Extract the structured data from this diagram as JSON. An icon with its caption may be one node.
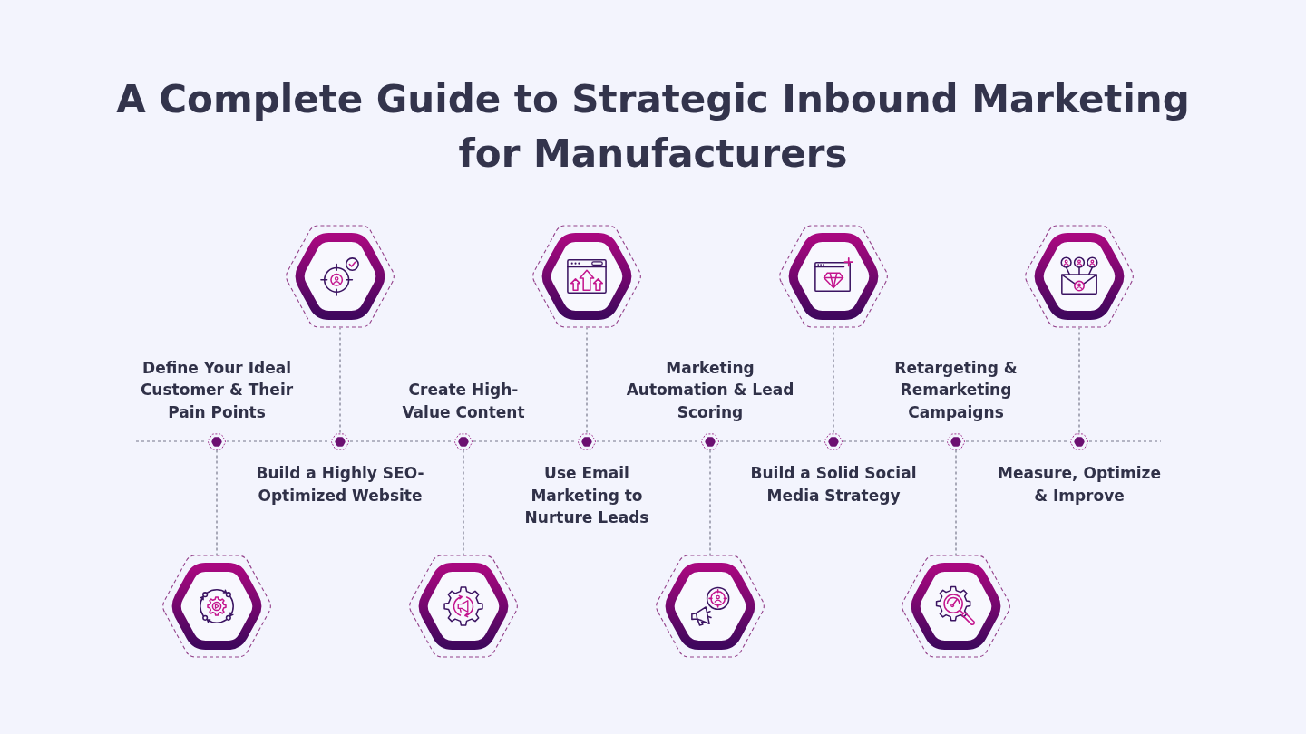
{
  "diagram": {
    "title": "A Complete Guide to Strategic Inbound Marketing for Manufacturers",
    "nodes": [
      {
        "text": [],
        "shape": "hexagon",
        "beside": [
          "Define Your Ideal Customer & Their Pain Points"
        ]
      },
      {
        "text": [],
        "shape": "hexagon",
        "beside": [
          "Build a Highly SEO-Optimized Website"
        ]
      },
      {
        "text": [],
        "shape": "hexagon",
        "beside": [
          "Create High-Value Content"
        ]
      },
      {
        "text": [],
        "shape": "hexagon",
        "beside": [
          "Use Email Marketing to Nurture Leads"
        ]
      },
      {
        "text": [],
        "shape": "hexagon",
        "beside": [
          "Marketing Automation & Lead Scoring"
        ]
      },
      {
        "text": [],
        "shape": "hexagon",
        "beside": [
          "Build a Solid Social Media Strategy"
        ]
      },
      {
        "text": [],
        "shape": "hexagon",
        "beside": [
          "Retargeting & Remarketing Campaigns"
        ]
      },
      {
        "text": [],
        "shape": "hexagon",
        "beside": [
          "Measure, Optimize & Improve"
        ]
      },
      {
        "text": [],
        "shape": "hexagon"
      },
      {
        "text": [],
        "shape": "hexagon"
      },
      {
        "text": [],
        "shape": "hexagon"
      },
      {
        "text": [],
        "shape": "hexagon"
      },
      {
        "text": [],
        "shape": "hexagon"
      },
      {
        "text": [],
        "shape": "hexagon"
      },
      {
        "text": [],
        "shape": "hexagon"
      },
      {
        "text": [],
        "shape": "hexagon"
      }
    ],
    "edges": [
      {
        "from": null,
        "to": 0,
        "arrow": "none",
        "style": "dashed"
      },
      {
        "from": 0,
        "to": 1,
        "arrow": "none",
        "style": "dashed"
      },
      {
        "from": 1,
        "to": 2,
        "arrow": "none",
        "style": "dashed"
      },
      {
        "from": 2,
        "to": 3,
        "arrow": "none",
        "style": "dashed"
      },
      {
        "from": 3,
        "to": 4,
        "arrow": "none",
        "style": "dashed"
      },
      {
        "from": 4,
        "to": 5,
        "arrow": "none",
        "style": "dashed"
      },
      {
        "from": 5,
        "to": 6,
        "arrow": "none",
        "style": "dashed"
      },
      {
        "from": 6,
        "to": 7,
        "arrow": "none",
        "style": "dashed"
      },
      {
        "from": 7,
        "to": null,
        "arrow": "none",
        "style": "dashed"
      },
      {
        "from": 0,
        "to": 8,
        "arrow": "none",
        "style": "dashed"
      },
      {
        "from": 1,
        "to": 9,
        "arrow": "none",
        "style": "dashed"
      },
      {
        "from": 2,
        "to": 10,
        "arrow": "none",
        "style": "dashed"
      },
      {
        "from": 3,
        "to": 11,
        "arrow": "none",
        "style": "dashed"
      },
      {
        "from": 4,
        "to": 12,
        "arrow": "none",
        "style": "dashed"
      },
      {
        "from": 5,
        "to": 13,
        "arrow": "none",
        "style": "dashed"
      },
      {
        "from": 6,
        "to": 14,
        "arrow": "none",
        "style": "dashed"
      },
      {
        "from": 7,
        "to": 15,
        "arrow": "none",
        "style": "dashed"
      }
    ]
  }
}
